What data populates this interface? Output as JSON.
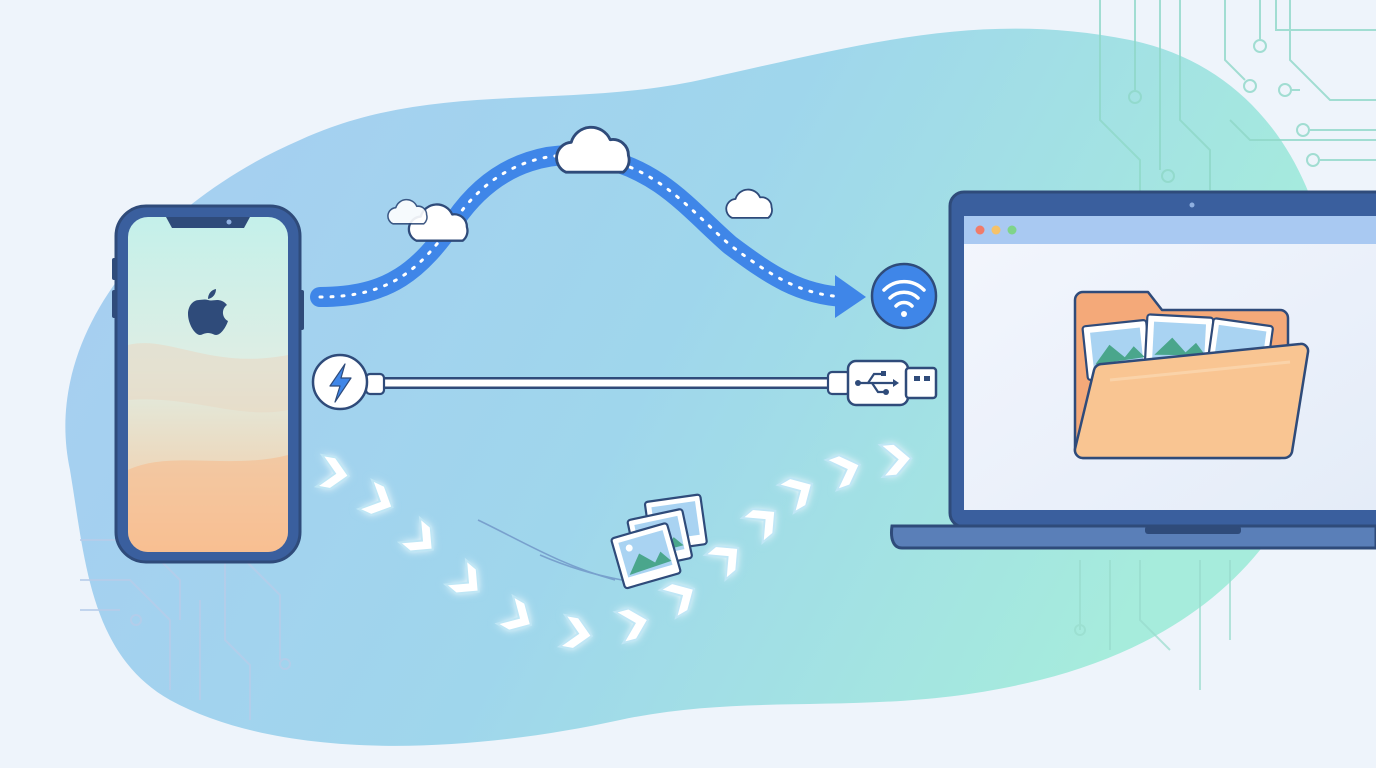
{
  "colors": {
    "background": "#eef4fb",
    "blob_blue": "#9cc8f0",
    "blob_teal": "#a6ecdc",
    "outline": "#2f4b7a",
    "accent_blue": "#3f86e8",
    "cable_white": "#ffffff",
    "folder_orange": "#f7c08c",
    "chevron_glow": "#ffffff"
  },
  "icons": {
    "phone_logo": "apple-logo-icon",
    "wifi": "wifi-icon",
    "lightning": "lightning-icon",
    "usb": "usb-icon",
    "cloud": "cloud-icon",
    "photo": "photo-icon",
    "folder": "folder-icon"
  },
  "transfer_methods": [
    "cloud-wireless",
    "usb-cable",
    "direct-transfer"
  ]
}
